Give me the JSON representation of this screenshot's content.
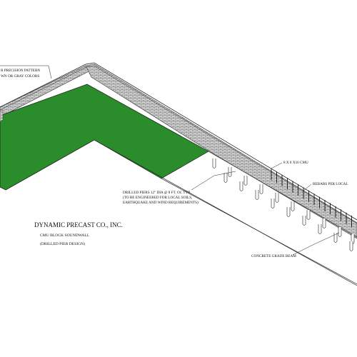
{
  "company": {
    "name": "DYNAMIC PRECAST CO., INC.",
    "subtitle": "CMU BLOCK SOUNDWALL",
    "design": "(DRILLED PIER DESIGN)"
  },
  "callouts": {
    "finish_line1": "R PRECISION PATTERN",
    "finish_line2": "WN OR GRAY COLORS",
    "cmu": "8 X 8 X16 CMU",
    "rebar": "REBARS PER LOCAL",
    "pier_line1": "DRILLED PIERS 12\" DIA @ 8 FT. OC TYP.",
    "pier_line2": "(TO BE ENGINEERED FOR LOCAL SOILS,",
    "pier_line3": "EARTHQUAKE AND WIND REQUIREMENTS)",
    "beam": "CONCRETE GRADE BEAM"
  },
  "colors": {
    "fill": "#2a8c2a",
    "block_face": "#d6d6d6",
    "line": "#1a1a1a"
  }
}
